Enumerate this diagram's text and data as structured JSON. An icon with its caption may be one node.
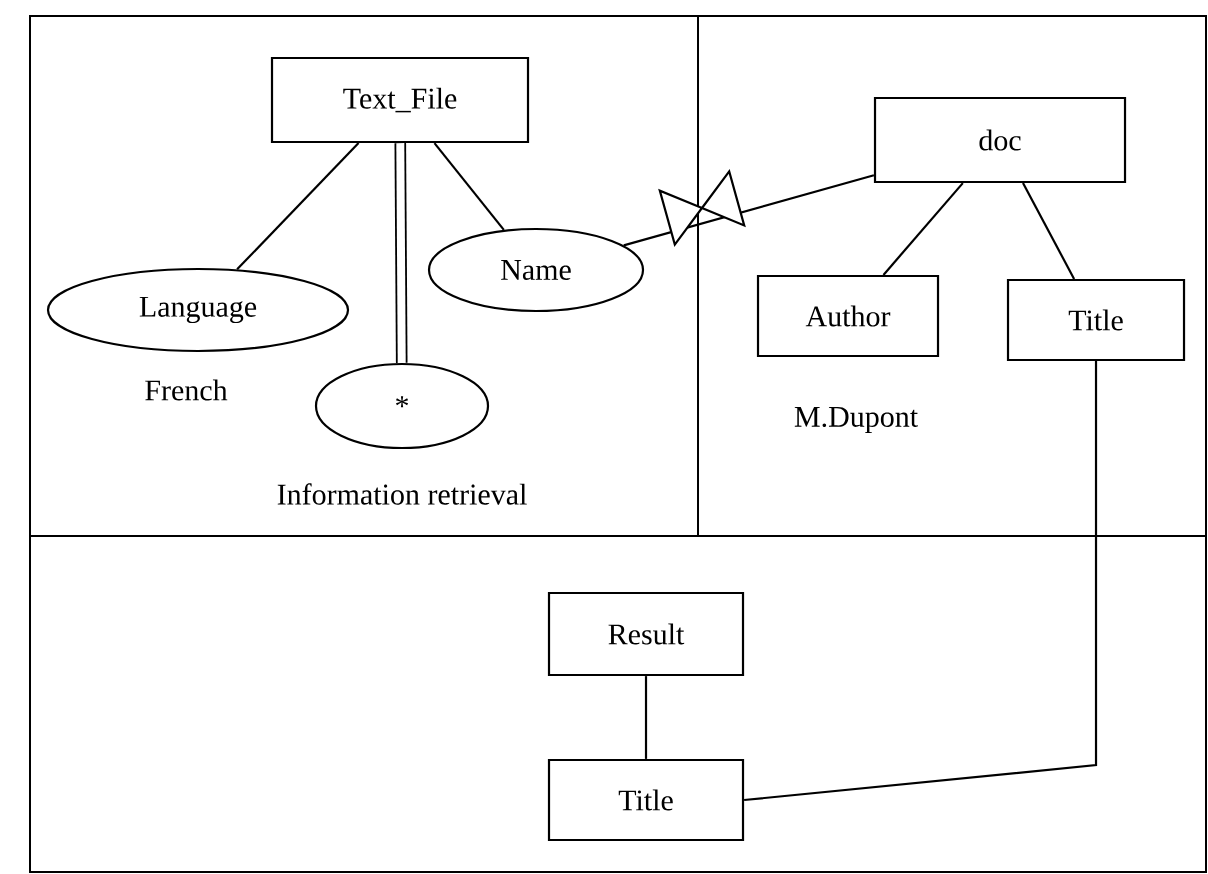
{
  "diagram": {
    "nodes": [
      {
        "text": [
          "Text_File"
        ]
      },
      {
        "text": [
          "Language"
        ],
        "beside": [
          "French"
        ]
      },
      {
        "text": [
          "*"
        ],
        "beside": [
          "Information retrieval"
        ]
      },
      {
        "text": [
          "Name"
        ]
      },
      {
        "text": [
          "doc"
        ]
      },
      {
        "text": [
          "Author"
        ],
        "beside": [
          "M.Dupont"
        ]
      },
      {
        "text": [
          "Title"
        ]
      },
      {
        "text": [
          "Result"
        ]
      },
      {
        "text": [
          "Title"
        ]
      }
    ],
    "edges": [
      {
        "from": 0,
        "to": 1,
        "arrow": "none"
      },
      {
        "from": 0,
        "to": 2,
        "arrow": "none",
        "style": "thick"
      },
      {
        "from": 0,
        "to": 3,
        "arrow": "none"
      },
      {
        "from": 3,
        "to": 4,
        "arrow": "none"
      },
      {
        "from": 4,
        "to": 5,
        "arrow": "none"
      },
      {
        "from": 4,
        "to": 6,
        "arrow": "none"
      },
      {
        "from": 6,
        "to": 8,
        "arrow": "none"
      },
      {
        "from": 7,
        "to": 8,
        "arrow": "none"
      }
    ]
  }
}
